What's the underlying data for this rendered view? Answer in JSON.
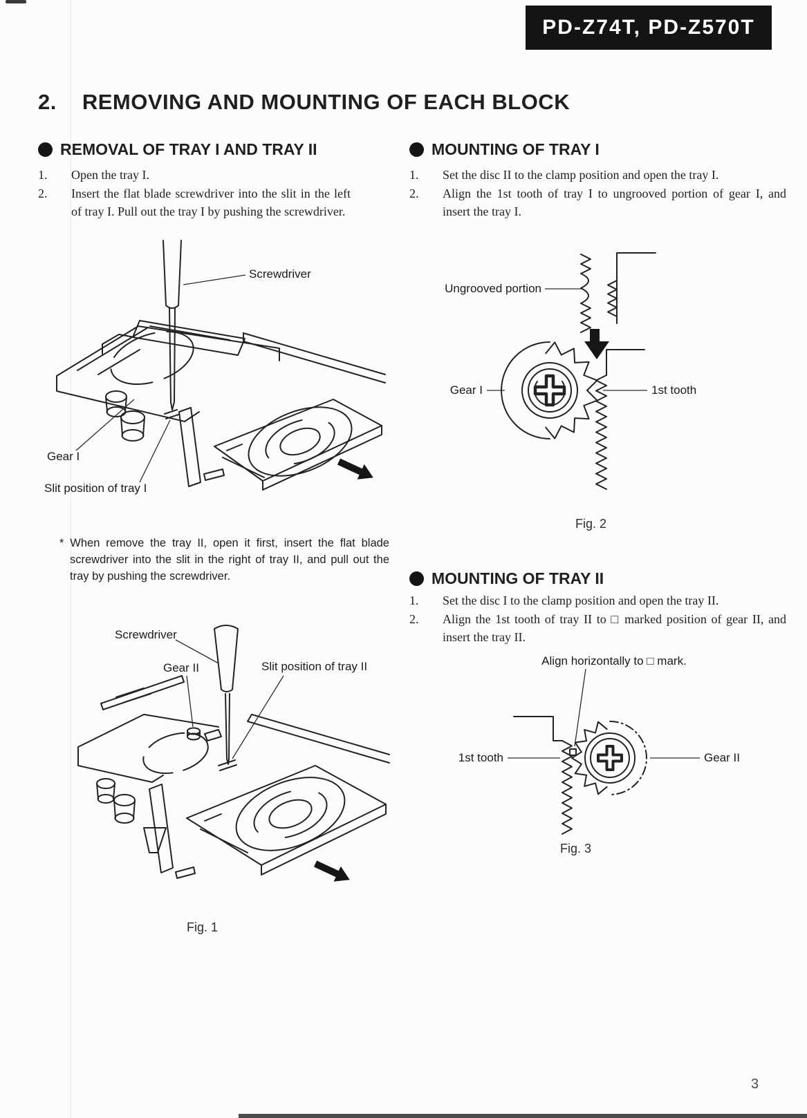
{
  "page": {
    "banner": "PD-Z74T, PD-Z570T",
    "section_number": "2.",
    "section_title": "REMOVING AND MOUNTING OF EACH BLOCK",
    "page_number": "3"
  },
  "removal": {
    "heading": "REMOVAL OF TRAY I AND TRAY II",
    "steps": [
      {
        "num": "1.",
        "text": "Open the tray I."
      },
      {
        "num": "2.",
        "text": "Insert the flat blade screwdriver into the slit in the left of tray I. Pull out the tray I by pushing the screwdriver."
      }
    ],
    "note": "* When remove the tray II, open it first, insert the flat blade screwdriver into the slit in the right of tray II, and pull out the tray by pushing the screwdriver."
  },
  "mounting1": {
    "heading": "MOUNTING OF TRAY I",
    "steps": [
      {
        "num": "1.",
        "text": "Set the disc II to the clamp position and open the tray I."
      },
      {
        "num": "2.",
        "text": "Align the 1st tooth of tray I to ungrooved portion of gear I, and insert the tray I."
      }
    ]
  },
  "mounting2": {
    "heading": "MOUNTING OF TRAY II",
    "steps": [
      {
        "num": "1.",
        "text": "Set the disc I to the clamp position and open the tray II."
      },
      {
        "num": "2.",
        "text": "Align the 1st tooth of tray II to □ marked position of gear II, and insert the tray II."
      }
    ]
  },
  "fig1": {
    "caption": "Fig. 1",
    "top": {
      "screwdriver": "Screwdriver",
      "gear": "Gear I",
      "slit": "Slit position of tray I"
    },
    "bottom": {
      "screwdriver": "Screwdriver",
      "gear": "Gear II",
      "slit": "Slit position of tray II"
    }
  },
  "fig2": {
    "caption": "Fig. 2",
    "labels": {
      "ungrooved": "Ungrooved portion",
      "gear": "Gear I",
      "tooth": "1st tooth"
    }
  },
  "fig3": {
    "caption": "Fig. 3",
    "labels": {
      "align": "Align horizontally to □ mark.",
      "tooth": "1st tooth",
      "gear": "Gear II"
    }
  }
}
